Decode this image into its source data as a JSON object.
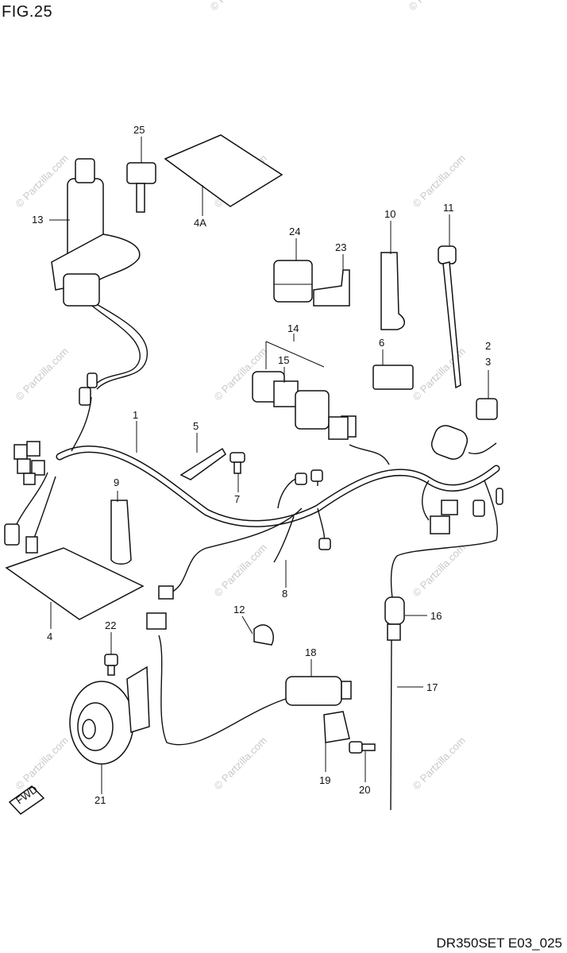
{
  "figure": {
    "title": "FIG.25",
    "drawing_code": "DR350SET E03_025"
  },
  "watermark": {
    "text": "© Partzilla.com"
  },
  "callouts": [
    "25",
    "4A",
    "13",
    "24",
    "23",
    "10",
    "11",
    "14",
    "15",
    "6",
    "2",
    "3",
    "1",
    "5",
    "7",
    "9",
    "4",
    "8",
    "12",
    "16",
    "22",
    "18",
    "17",
    "19",
    "20",
    "21"
  ],
  "fwd_badge": "FWD",
  "colors": {
    "line": "#111111",
    "watermark": "#c9c9c9",
    "background": "#ffffff"
  }
}
